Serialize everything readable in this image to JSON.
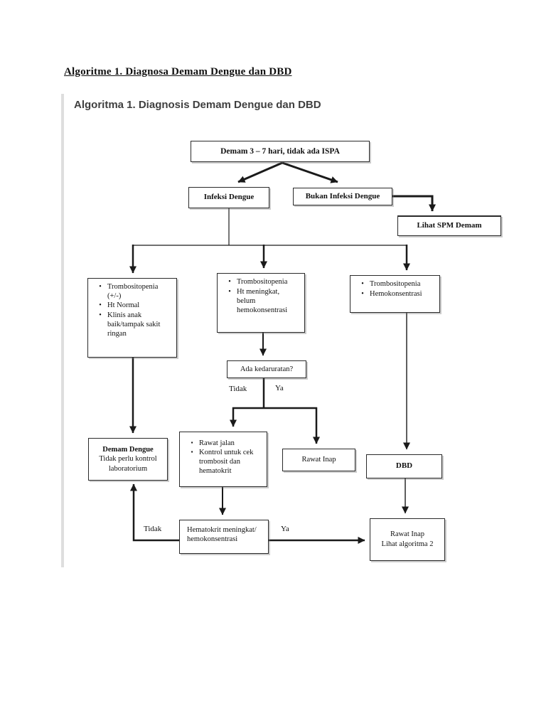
{
  "page": {
    "title": "Algoritme 1. Diagnosa Demam Dengue dan DBD"
  },
  "figure": {
    "title": "Algoritma 1. Diagnosis Demam Dengue dan DBD",
    "bullet_round": "•",
    "bullet_square": "▪",
    "colors": {
      "line": "#1a1a1a",
      "box_border": "#2a2a2a",
      "figure_title_text": "#3f3f3f"
    },
    "nodes": {
      "demam": "Demam 3 – 7 hari, tidak ada ISPA",
      "infeksi_dengue": "Infeksi Dengue",
      "bukan_infeksi": "Bukan Infeksi Dengue",
      "lihat_spm": "Lihat SPM Demam",
      "kriteria_dd": {
        "items": [
          "Trombositopenia (+/-)",
          "Ht Normal",
          "Klinis anak baik/tampak sakit ringan"
        ]
      },
      "kriteria_observasi": {
        "items": [
          "Trombositopenia",
          "Ht meningkat, belum hemokonsentrasi"
        ]
      },
      "kriteria_dbd": {
        "items": [
          "Trombositopenia",
          "Hemokonsentrasi"
        ]
      },
      "ada_kedaruratan": "Ada kedaruratan?",
      "demam_dengue": {
        "title": "Demam Dengue",
        "subtitle": "Tidak perlu kontrol laboratorium"
      },
      "rawat_jalan": {
        "items": [
          "Rawat jalan",
          "Kontrol untuk cek trombosit dan hematokrit"
        ]
      },
      "rawat_inap": "Rawat Inap",
      "dbd": "DBD",
      "hematokrit": "Hematokrit meningkat/ hemokonsentrasi",
      "rawat_inap_algoritma": {
        "line1": "Rawat Inap",
        "line2": "Lihat algoritma 2"
      }
    },
    "edge_labels": {
      "tidak_kedaruratan": "Tidak",
      "ya_kedaruratan": "Ya",
      "tidak_hematokrit": "Tidak",
      "ya_hematokrit": "Ya"
    }
  }
}
